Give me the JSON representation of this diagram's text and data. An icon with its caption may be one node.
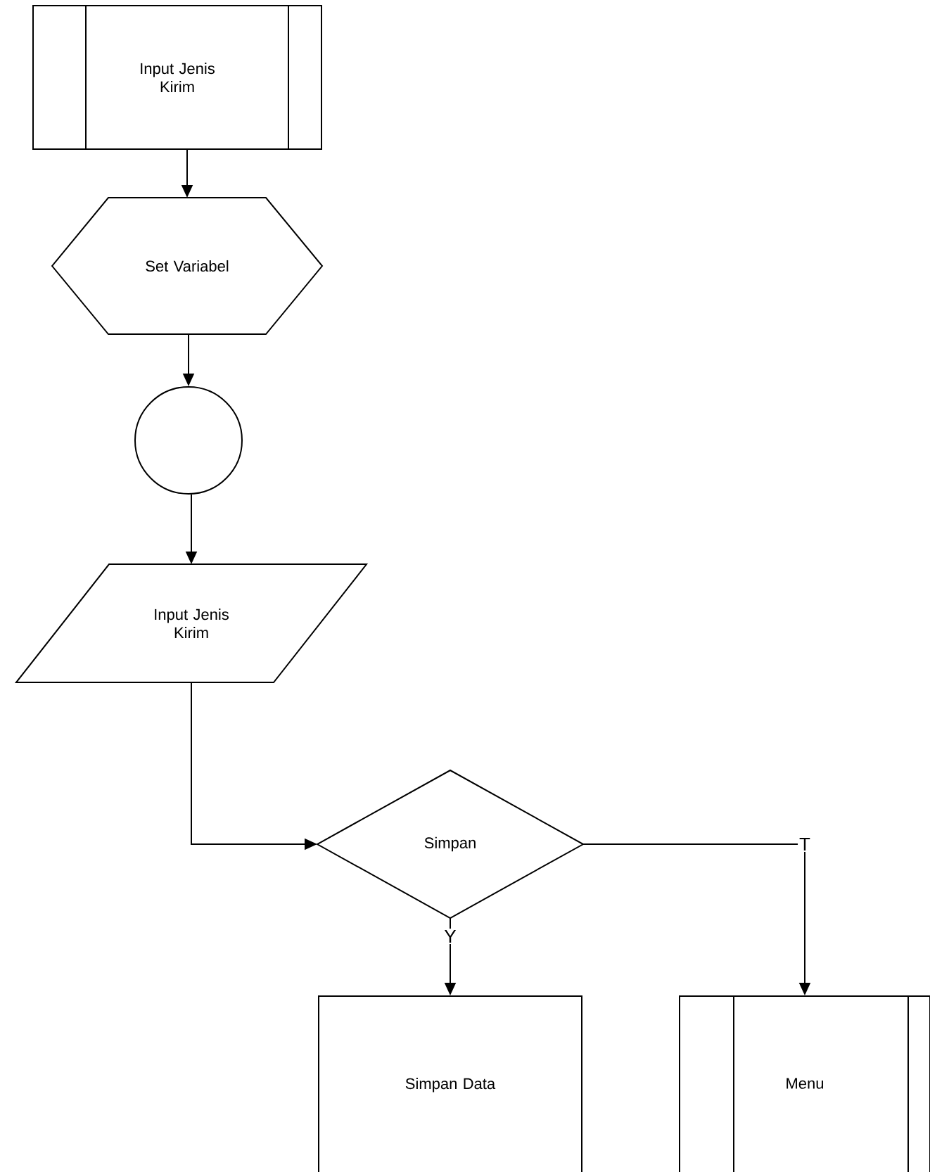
{
  "diagram": {
    "nodes": [
      {
        "text": [
          "Input Jenis Kirim"
        ]
      },
      {
        "text": [
          "Set Variabel"
        ]
      },
      {
        "text": [],
        "shape": "circle"
      },
      {
        "text": [
          "Input Jenis Kirim"
        ]
      },
      {
        "text": [
          "Simpan"
        ]
      },
      {
        "text": [
          "Simpan Data"
        ]
      },
      {
        "text": [
          "Menu"
        ]
      }
    ],
    "edges": [
      {
        "from": 0,
        "to": 1,
        "arrow": "to"
      },
      {
        "from": 1,
        "to": 2,
        "arrow": "to"
      },
      {
        "from": 2,
        "to": 3,
        "arrow": "to"
      },
      {
        "from": 3,
        "to": 4,
        "arrow": "to"
      },
      {
        "from": 4,
        "to": 5,
        "arrow": "to",
        "label": "Y"
      },
      {
        "from": 4,
        "to": 6,
        "arrow": "to",
        "label": "T"
      }
    ]
  }
}
